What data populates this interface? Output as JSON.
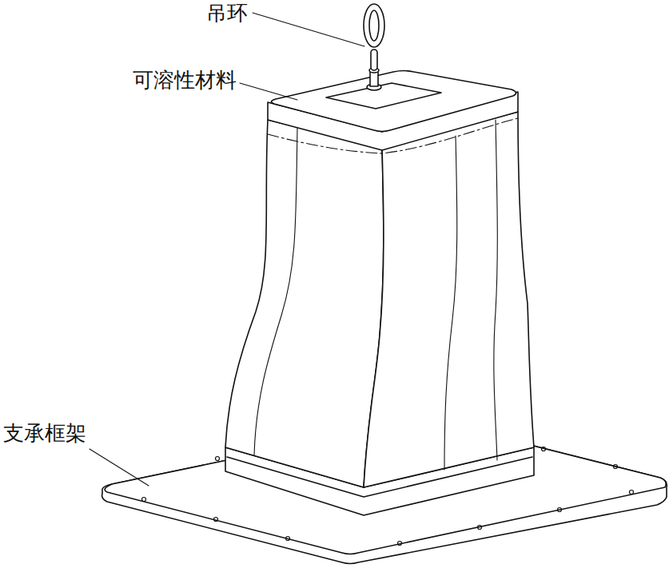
{
  "diagram": {
    "labels": [
      "吊环",
      "可溶性材料",
      "支承框架"
    ]
  }
}
